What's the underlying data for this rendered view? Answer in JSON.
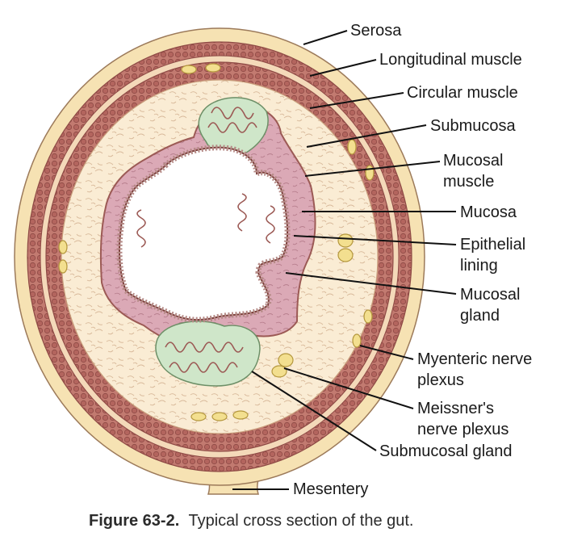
{
  "labels": {
    "serosa": [
      "Serosa"
    ],
    "longitudinal_muscle": [
      "Longitudinal muscle"
    ],
    "circular_muscle": [
      "Circular muscle"
    ],
    "submucosa": [
      "Submucosa"
    ],
    "mucosal_muscle": [
      "Mucosal",
      "muscle"
    ],
    "mucosa": [
      "Mucosa"
    ],
    "epithelial_lining": [
      "Epithelial",
      "lining"
    ],
    "mucosal_gland": [
      "Mucosal",
      "gland"
    ],
    "myenteric_nerve_plexus": [
      "Myenteric nerve",
      "plexus"
    ],
    "meissners_nerve_plexus": [
      "Meissner's",
      "nerve plexus"
    ],
    "submucosal_gland": [
      "Submucosal gland"
    ],
    "mesentery": [
      "Mesentery"
    ]
  },
  "caption": {
    "number": "Figure 63-2.",
    "text": "Typical cross section of the gut."
  },
  "colors": {
    "serosa": "#f6e2b3",
    "muscle": "#b96a63",
    "submucosa": "#faecd4",
    "mucosa": "#d9a7b5",
    "gland_green": "#cfe6c9",
    "nerve_yellow": "#f3df8f",
    "outline": "#9c5a55"
  }
}
